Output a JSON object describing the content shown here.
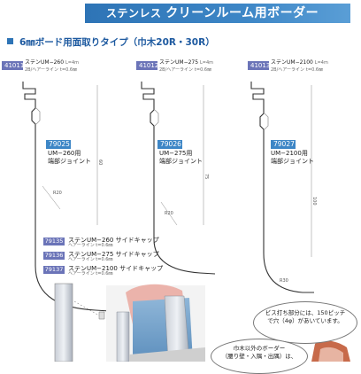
{
  "header": {
    "prefix": "ステンレス",
    "title": "クリーンルーム用ボーダー"
  },
  "section": {
    "title": "6㎜ボード用面取りタイプ（巾木20R・30R）"
  },
  "profiles": [
    {
      "code": "41011",
      "name": "ステンUM−260",
      "length": "L=4m",
      "finish": "2B/ヘアーライン",
      "thickness": "t=0.6㎜",
      "joint_code": "79025",
      "joint_name": "UM−260用",
      "joint_type": "端部ジョイント",
      "dim_height": "60",
      "dim_radius": "R20"
    },
    {
      "code": "41012",
      "name": "ステンUM−275",
      "length": "L=4m",
      "finish": "2B/ヘアーライン",
      "thickness": "t=0.6㎜",
      "joint_code": "79026",
      "joint_name": "UM−275用",
      "joint_type": "端部ジョイント",
      "dim_height": "75",
      "dim_radius": "R20"
    },
    {
      "code": "41013",
      "name": "ステンUM−2100",
      "length": "L=4m",
      "finish": "2B/ヘアーライン",
      "thickness": "t=0.6㎜",
      "joint_code": "79027",
      "joint_name": "UM−2100用",
      "joint_type": "端部ジョイント",
      "dim_height": "100",
      "dim_radius": "R30"
    }
  ],
  "side_caps": [
    {
      "code": "79135",
      "name": "ステンUM−260 サイドキャップ",
      "spec": "ヘアーライン t=0.6㎜"
    },
    {
      "code": "79136",
      "name": "ステンUM−275 サイドキャップ",
      "spec": "ヘアーライン t=0.6㎜"
    },
    {
      "code": "79137",
      "name": "ステンUM−2100 サイドキャップ",
      "spec": "ヘアーライン t=0.6㎜"
    }
  ],
  "notes": {
    "screw": "ビス打ち部分には、150ピッチで穴（4φ）があいています。",
    "other_border_line1": "巾木以外のボーダー",
    "other_border_line2": "（腰り壁・入隅・出隅）は、"
  },
  "colors": {
    "banner": "#2e74b6",
    "code_badge": "#6b74b8",
    "joint_badge": "#3d86c6",
    "section_title": "#1e5aa0"
  }
}
